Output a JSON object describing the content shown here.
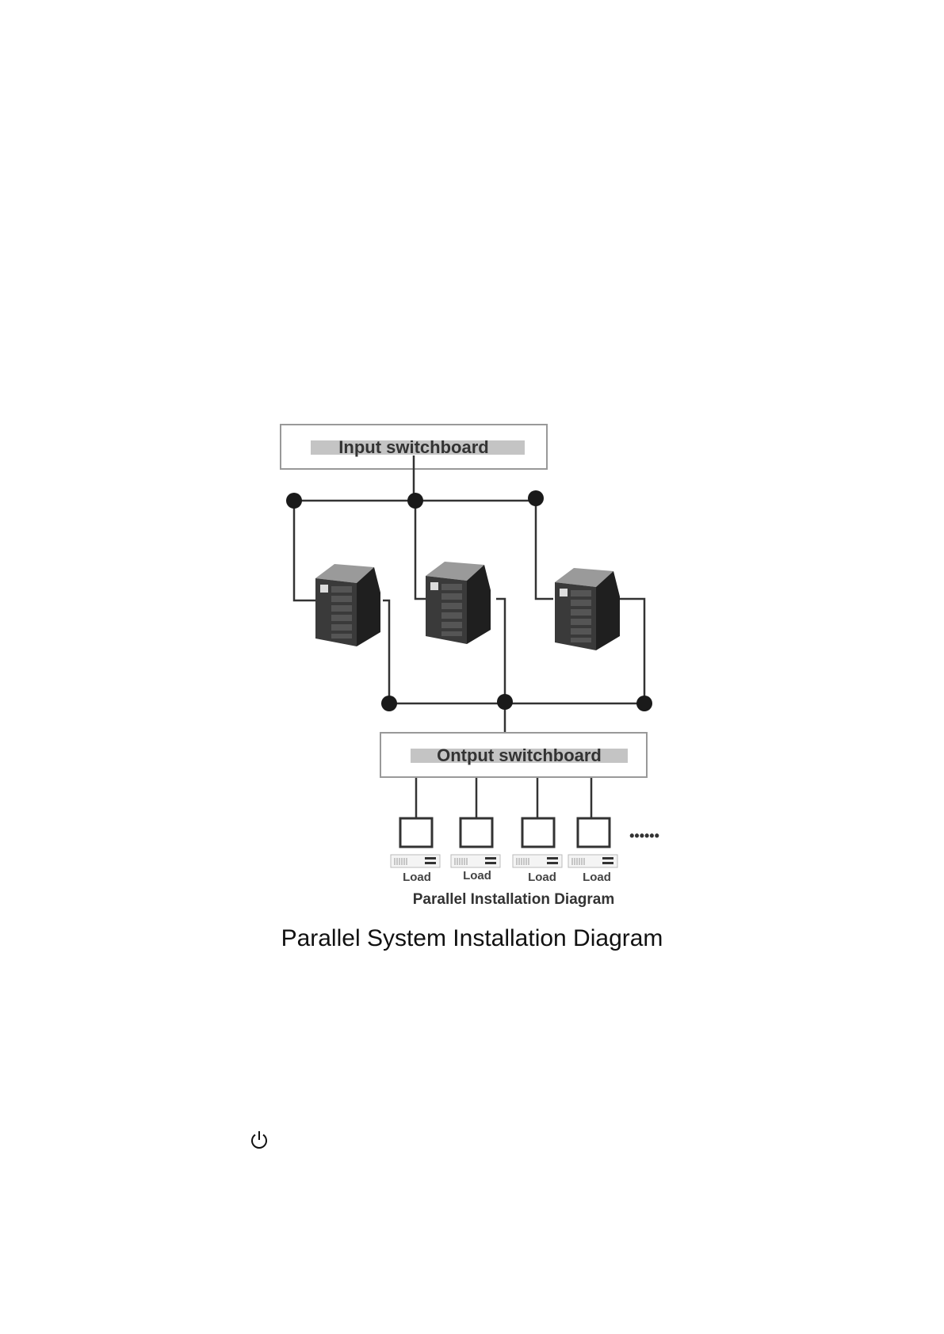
{
  "diagram": {
    "input_switchboard": "Input switchboard",
    "output_switchboard": "Ontput switchboard",
    "load_label": "Load",
    "inner_caption": "Parallel Installation Diagram",
    "continuation": "••••••"
  },
  "caption": "Parallel System Installation Diagram",
  "icons": [
    "ups-cabinet-icon",
    "load-device-icon",
    "power-icon"
  ],
  "colors": {
    "line": "#333333",
    "label_band": "#c4c4c4",
    "box_border": "#999999"
  }
}
